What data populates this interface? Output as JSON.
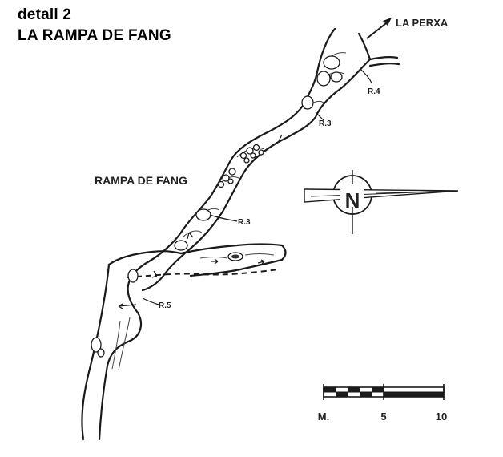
{
  "header": {
    "subtitle": "detall 2",
    "title": "LA RAMPA DE FANG"
  },
  "map": {
    "passage_label": "RAMPA DE FANG",
    "exit_label": "LA PERXA",
    "ropes": [
      "R.4",
      "R.3",
      "R.3",
      "R.5"
    ],
    "north_letter": "N"
  },
  "scale_bar": {
    "labels": [
      "M.",
      "5",
      "10"
    ],
    "unit_max_m": 10
  },
  "colors": {
    "ink": "#1a1a1a",
    "background": "#ffffff"
  }
}
